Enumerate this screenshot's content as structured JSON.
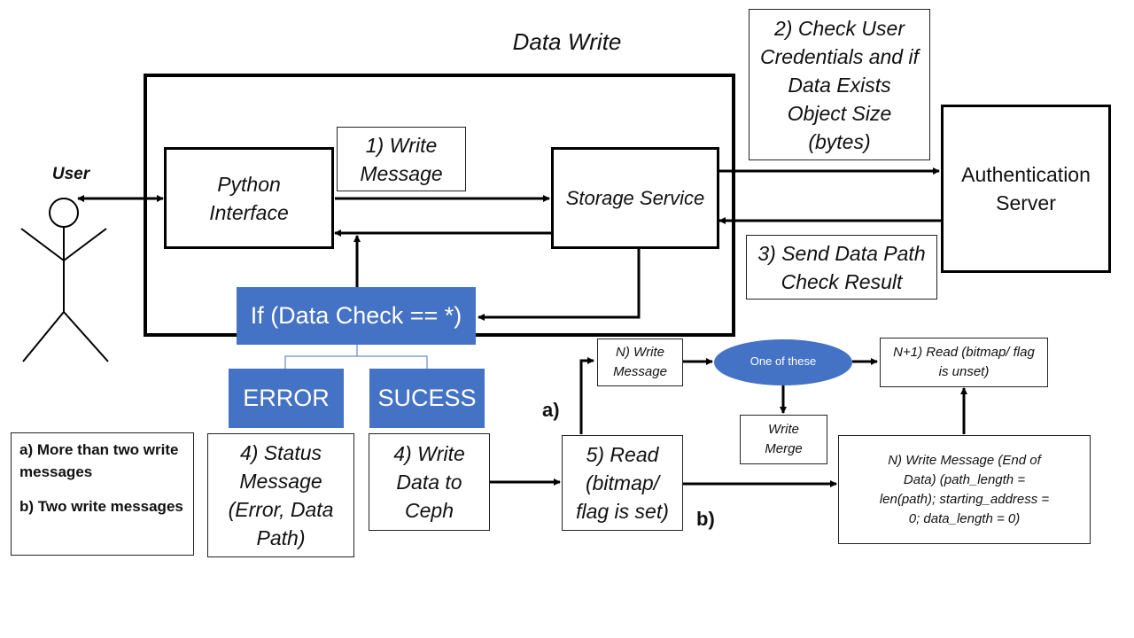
{
  "title": "Data Write",
  "user_label": "User",
  "python_interface": "Python Interface",
  "storage_service": "Storage Service",
  "auth_server": "Authentication Server",
  "step1": "1) Write Message",
  "step2": "2) Check User Credentials and if Data Exists Object Size (bytes)",
  "step3": "3) Send Data Path Check Result",
  "data_check": "If (Data Check == *)",
  "error": "ERROR",
  "success": "SUCESS",
  "step4_status": "4) Status Message (Error, Data Path)",
  "step4_write": "4) Write Data to Ceph",
  "step5_read": "5) Read (bitmap/ flag is set)",
  "n_write": "N) Write Message",
  "one_of_these": "One of these",
  "write_merge": "Write Merge",
  "n1_read": "N+1) Read (bitmap/ flag is unset)",
  "n_write_end": "N) Write Message (End of Data) (path_length = len(path); starting_address = 0; data_length = 0)",
  "label_a": "a)",
  "label_b": "b)",
  "legend": {
    "a": "a) More than two write messages",
    "b": "b) Two write messages"
  },
  "colors": {
    "accent_blue": "#4472c4"
  }
}
